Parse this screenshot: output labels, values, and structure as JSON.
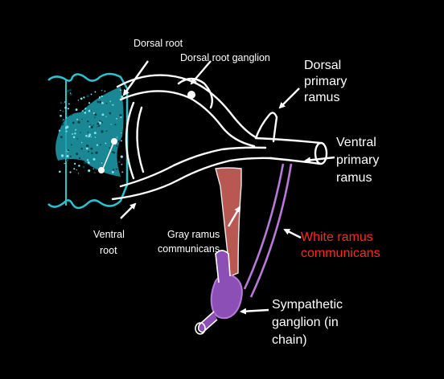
{
  "colors": {
    "background": "#000000",
    "spinal_cord_gray": "#29c4cf",
    "nerve_outline": "#ffffff",
    "gray_ramus": "#c9605a",
    "white_ramus_and_chain": "#b77ad6",
    "white_ramus_label": "#ff2a1a"
  },
  "labels": {
    "dorsal_root": "Dorsal root",
    "dorsal_root_ganglion": "Dorsal root ganglion",
    "dorsal_primary_ramus": [
      "Dorsal",
      "primary",
      "ramus"
    ],
    "ventral_primary_ramus": [
      "Ventral",
      "primary",
      "ramus"
    ],
    "ventral_root": [
      "Ventral",
      "root"
    ],
    "gray_ramus_communicans": [
      "Gray ramus",
      "communicans"
    ],
    "white_ramus_communicans": [
      "White ramus",
      "communicans"
    ],
    "sympathetic_ganglion": [
      "Sympathetic",
      "ganglion (in",
      "chain)"
    ]
  },
  "icons": {
    "pointer_arrows": "white-arrow-icon"
  }
}
